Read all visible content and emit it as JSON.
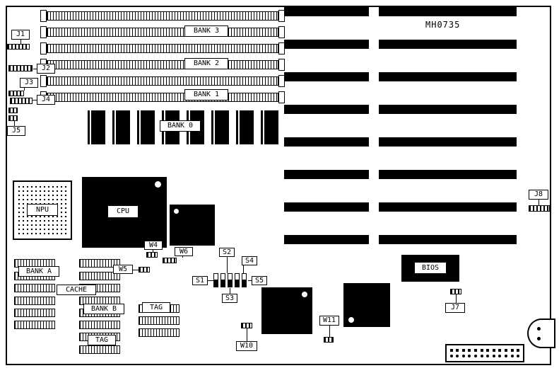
{
  "diagram": {
    "part_number": "MH0735",
    "memory": {
      "bank3": "BANK 3",
      "bank2": "BANK 2",
      "bank1": "BANK 1",
      "bank0": "BANK 0"
    },
    "connectors": {
      "j1": "J1",
      "j2": "J2",
      "j3": "J3",
      "j4": "J4",
      "j5": "J5",
      "j7": "J7",
      "j8": "J8"
    },
    "chips": {
      "npu": "NPU",
      "cpu": "CPU",
      "bios": "BIOS"
    },
    "cache": {
      "bank_a": "BANK A",
      "cache": "CACHE",
      "bank_b": "BANK B",
      "tag1": "TAG",
      "tag2": "TAG"
    },
    "jumpers": {
      "w4": "W4",
      "w5": "W5",
      "w6": "W6",
      "w10": "W10",
      "w11": "W11"
    },
    "switches": {
      "s1": "S1",
      "s2": "S2",
      "s3": "S3",
      "s4": "S4",
      "s5": "S5"
    }
  }
}
